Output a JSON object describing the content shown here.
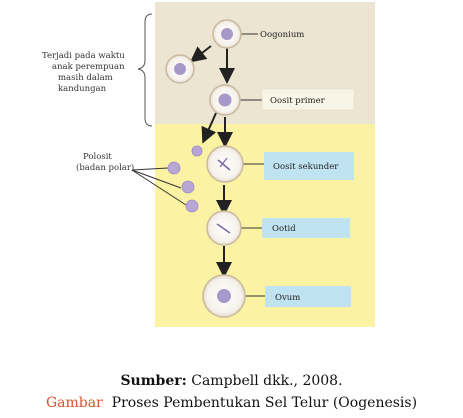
{
  "figure": {
    "annotations": {
      "bracket_note": [
        "Terjadi pada waktu",
        "anak perempuan",
        "masih dalam",
        "kandungan"
      ],
      "polocyte_note": [
        "Polosit",
        "(badan polar)"
      ]
    },
    "stages": {
      "oogonium": "Oogonium",
      "primary_oocyte": "Oosit primer",
      "secondary_oocyte": "Oosit sekunder",
      "ootid": "Ootid",
      "ovum": "Ovum"
    },
    "colors": {
      "upper_panel": "#ece5d2",
      "lower_panel": "#fbf3a3",
      "label_box": "#bfe3f1",
      "nucleus": "#a897c9",
      "cell_outline": "#c9b9a0",
      "polar_body": "#b8a7d6"
    }
  },
  "caption": {
    "source_label": "Sumber:",
    "source_text": " Campbell dkk., 2008.",
    "figure_label": "Gambar",
    "figure_title": "  Proses Pembentukan Sel Telur (Oogenesis)"
  }
}
